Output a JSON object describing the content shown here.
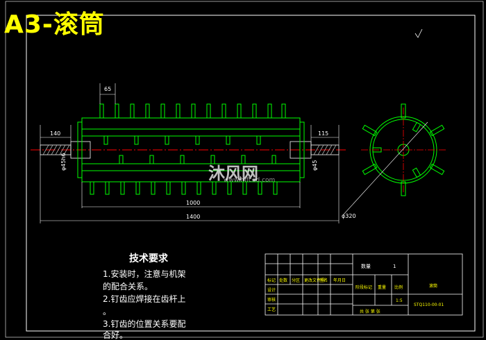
{
  "title": "A3-滚筒",
  "watermark": {
    "text": "沐风网",
    "url": "www.mfcad.com"
  },
  "dimensions": {
    "pitch": "65",
    "left_shaft": "140",
    "right_shaft": "115",
    "drum_length": "1000",
    "total_length": "1400",
    "diameter": "φ320",
    "left_shaft_dia": "φ45h6",
    "right_shaft_dia": "φ45"
  },
  "requirements": {
    "heading": "技术要求",
    "lines": [
      "1.安装时，注意与机架",
      "的配合关系。",
      "2.钉齿应焊接在齿杆上",
      "。",
      "3.钉齿的位置关系要配",
      "合好。"
    ]
  },
  "title_block": {
    "quantity_label": "数量",
    "quantity_value": "1",
    "part_name": "滚筒",
    "scale_value": "1:5",
    "drawing_number": "STQ110-00-01",
    "weight_label": "重量",
    "scale_label": "比例",
    "stage_label": "阶段标记",
    "sheet_label": "共 张 第 张",
    "row_labels": [
      "标记",
      "设计",
      "审核",
      "工艺"
    ],
    "head_labels": [
      "处数",
      "分区",
      "更改文件号",
      "签名",
      "年月日"
    ]
  },
  "colors": {
    "background": "#000000",
    "frame": "#ffffff",
    "geometry": "#00ff00",
    "centerline": "#ff0000",
    "title": "#ffff00",
    "title_block_text": "#ffff00"
  }
}
